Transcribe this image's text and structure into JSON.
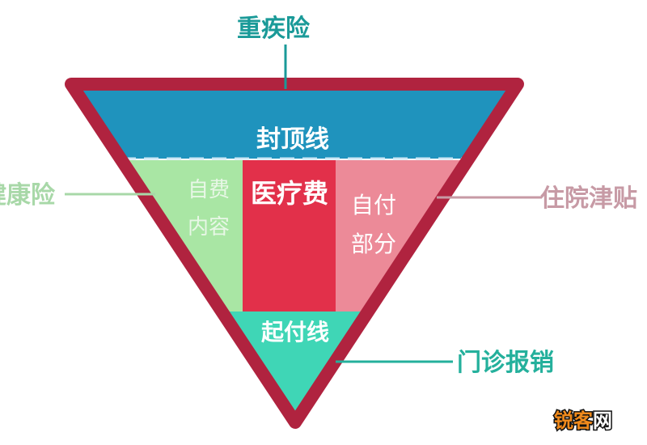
{
  "labels": {
    "critical_illness": "重疾险",
    "cap_line": "封顶线",
    "health_insurance": "健康险",
    "self_pay_content": "自费内容",
    "medical_cost": "医疗费",
    "self_pay_part": "自付部分",
    "hospital_allowance": "住院津贴",
    "deductible_line": "起付线",
    "outpatient_reimbursement": "门诊报销"
  },
  "watermark": "锐客网",
  "colors": {
    "outline": "#b0233f",
    "cap_band": "#1f93bd",
    "self_pay_content": "#a9e6a4",
    "medical_cost": "#e2304a",
    "self_pay_part": "#ec8a98",
    "deductible": "#3fd6b6",
    "critical_label": "#1a9a98",
    "health_label": "#a8d8a8",
    "allowance_label": "#c79aa5",
    "outpatient_label": "#24b09c"
  }
}
